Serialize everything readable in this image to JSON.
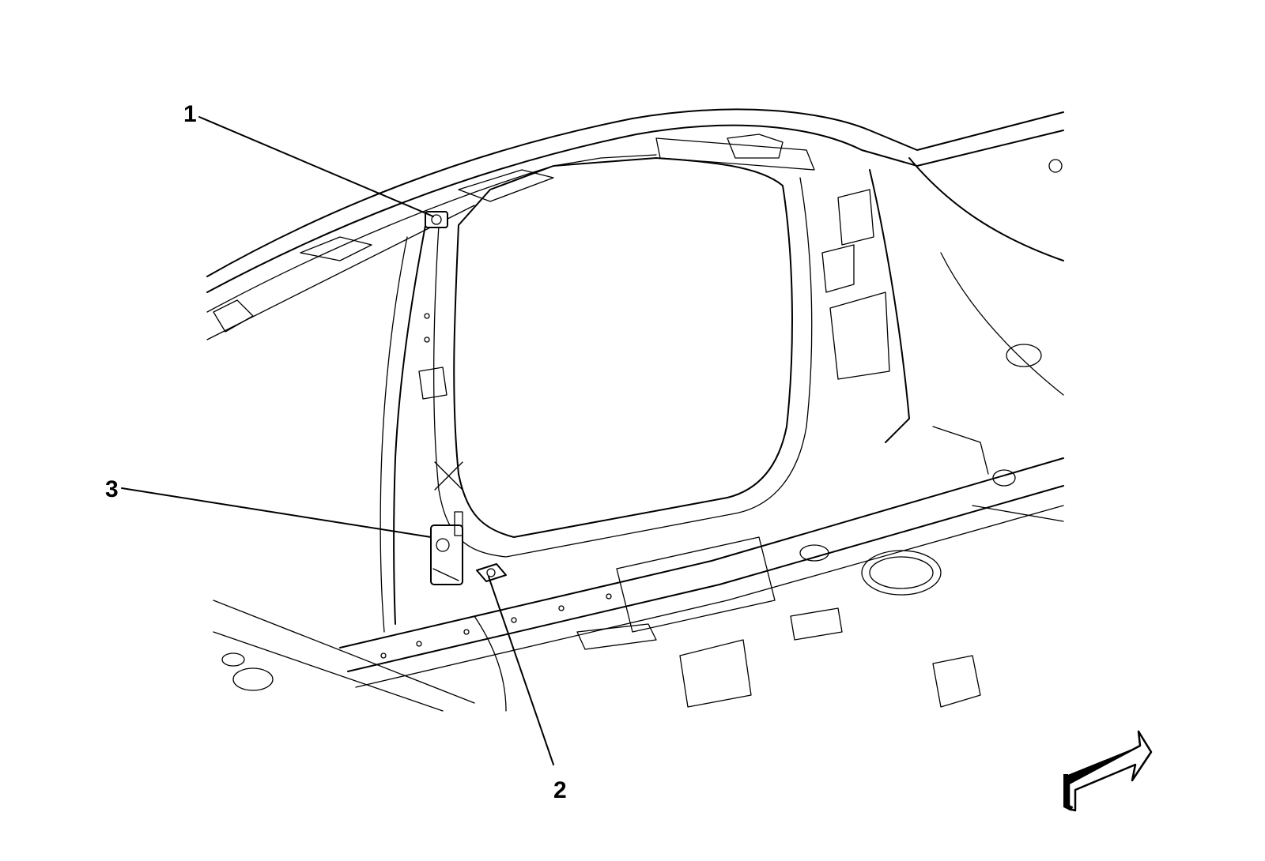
{
  "diagram": {
    "callouts": [
      {
        "id": "1",
        "label": "1"
      },
      {
        "id": "2",
        "label": "2"
      },
      {
        "id": "3",
        "label": "3"
      }
    ],
    "orientation_arrow": "front-direction-arrow",
    "style": {
      "line_color": "#000000",
      "background": "#ffffff"
    }
  }
}
